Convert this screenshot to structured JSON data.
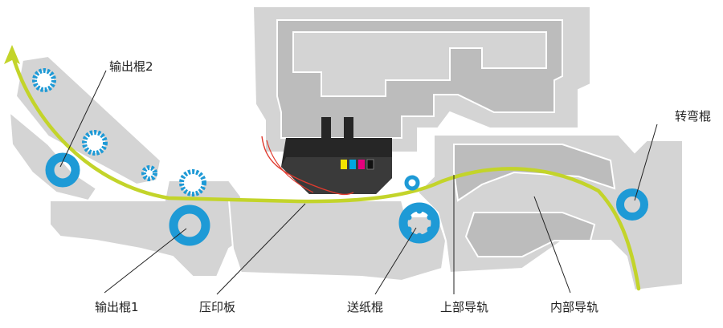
{
  "labels": {
    "output_roller_2": "输出棍2",
    "output_roller_1": "输出棍1",
    "platen": "压印板",
    "feed_roller": "送纸棍",
    "upper_guide": "上部导轨",
    "inner_guide": "内部导轨",
    "turn_roller": "转弯棍"
  },
  "colors": {
    "housing": "#d4d4d4",
    "housing_dark": "#bcbcbc",
    "outline": "#ffffff",
    "paper_path": "#c3d42a",
    "roller": "#1e9ad6",
    "carriage": "#262626",
    "leader": "#222222",
    "ink_yellow": "#f2e500",
    "ink_cyan": "#00a6e0",
    "ink_magenta": "#e5007e",
    "ink_black": "#111111",
    "wire_red": "#e03a2e"
  }
}
